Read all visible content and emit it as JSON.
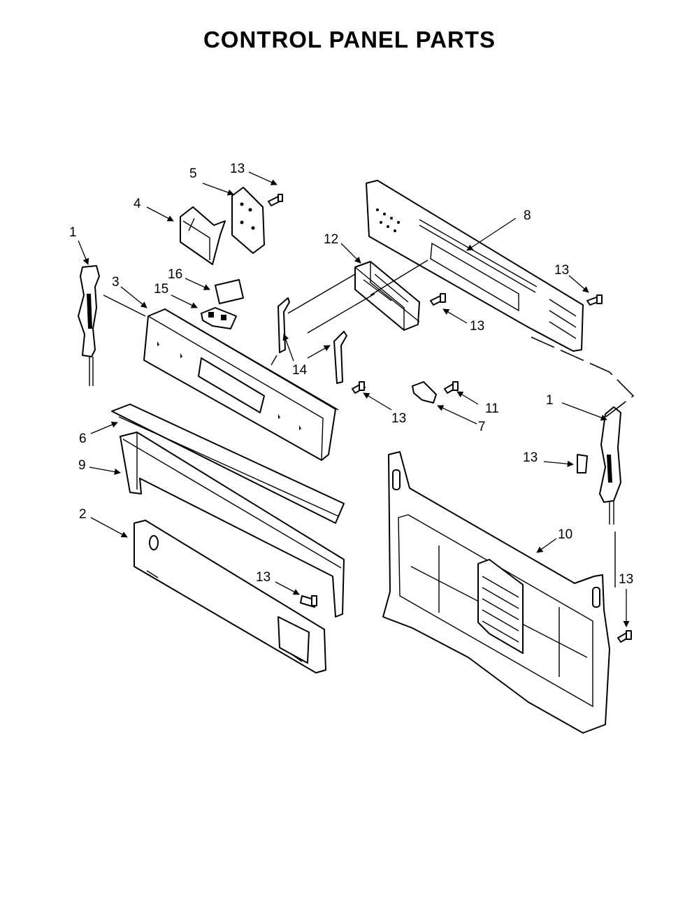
{
  "title": "CONTROL PANEL PARTS",
  "callouts": {
    "c1a": "1",
    "c1b": "1",
    "c2": "2",
    "c3": "3",
    "c4": "4",
    "c5": "5",
    "c6": "6",
    "c7": "7",
    "c8": "8",
    "c9": "9",
    "c10": "10",
    "c11": "11",
    "c12": "12",
    "c13a": "13",
    "c13b": "13",
    "c13c": "13",
    "c13d": "13",
    "c13e": "13",
    "c13f": "13",
    "c13g": "13",
    "c14": "14",
    "c15": "15",
    "c16": "16"
  }
}
